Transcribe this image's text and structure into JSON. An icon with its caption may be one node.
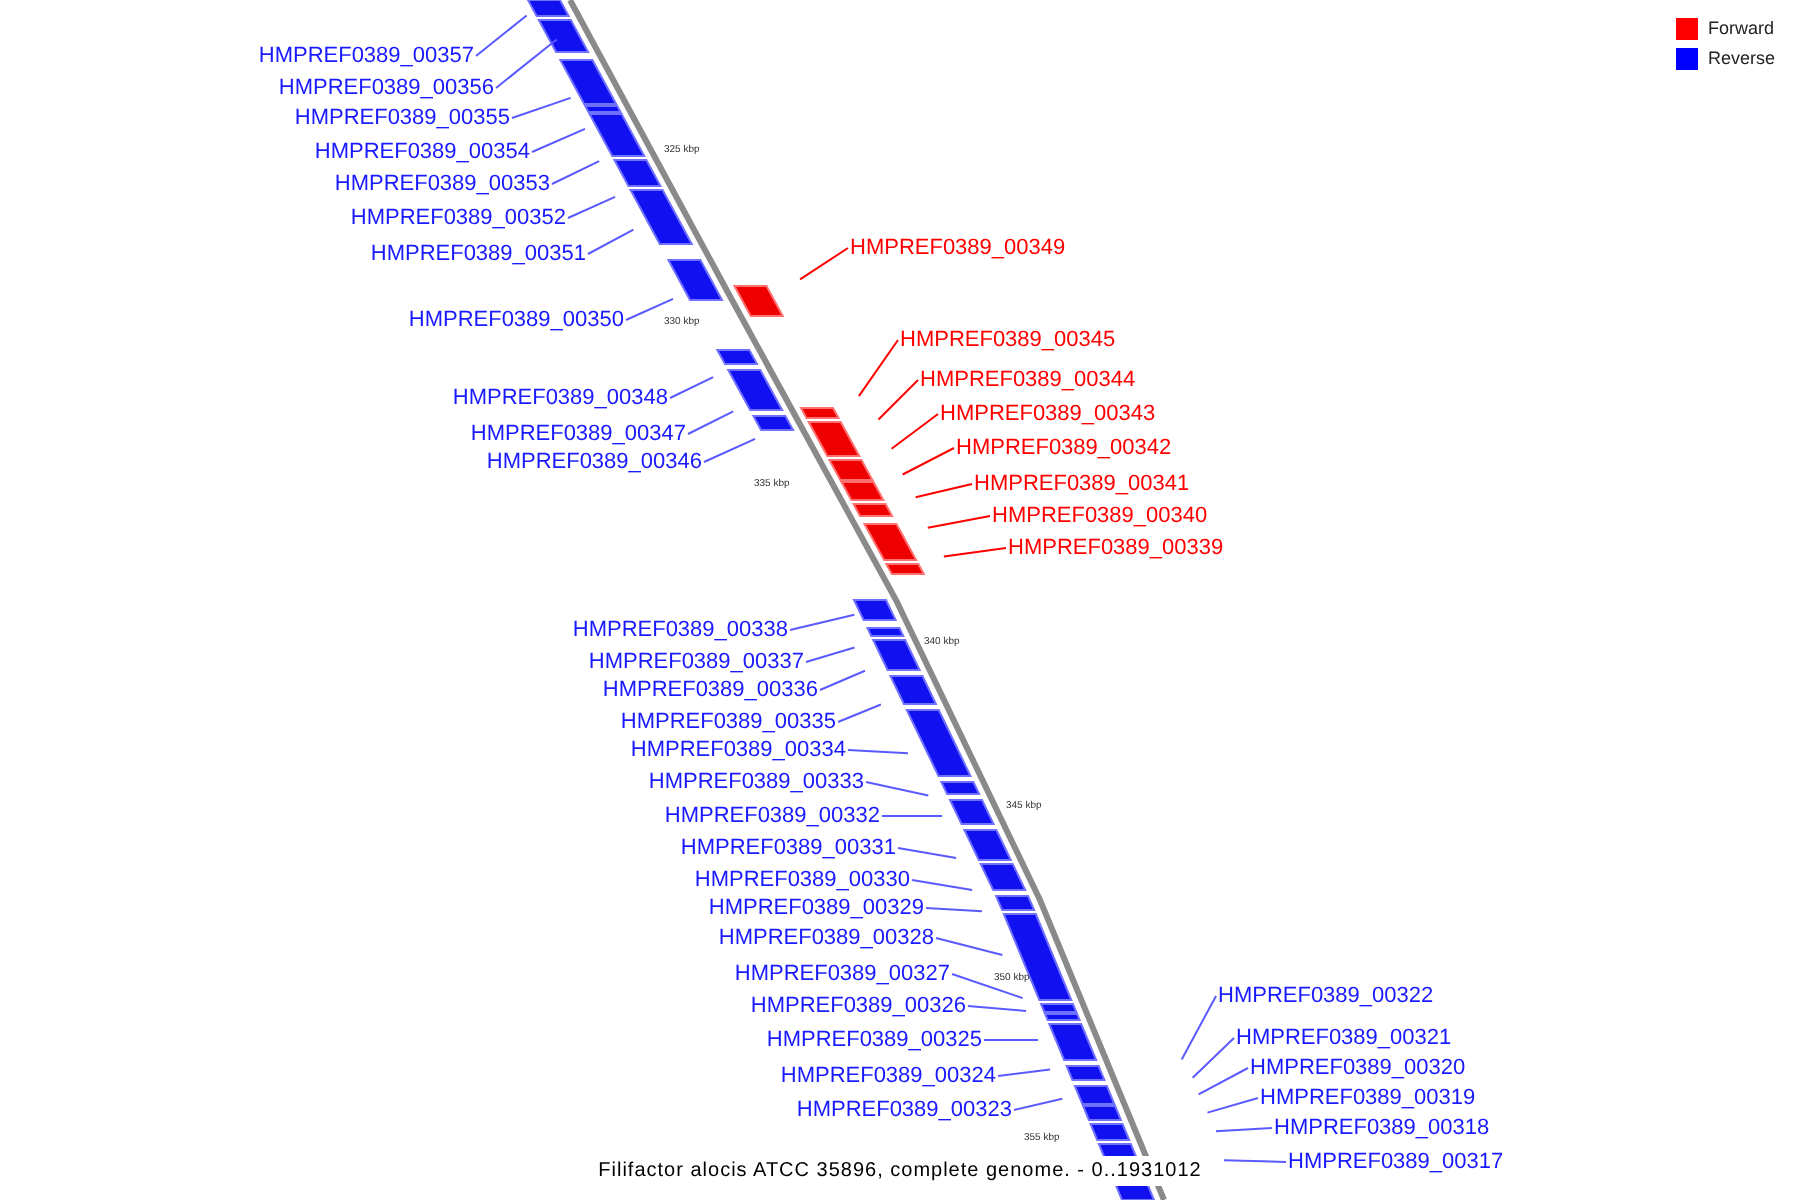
{
  "diagram": {
    "caption": "Filifactor alocis ATCC 35896, complete genome. - 0..1931012",
    "nodes": [
      {
        "text": [
          "HMPREF0389_00357"
        ]
      },
      {
        "text": [
          "HMPREF0389_00356"
        ]
      },
      {
        "text": [
          "HMPREF0389_00355"
        ]
      },
      {
        "text": [
          "HMPREF0389_00354"
        ]
      },
      {
        "text": [
          "HMPREF0389_00353"
        ]
      },
      {
        "text": [
          "HMPREF0389_00352"
        ]
      },
      {
        "text": [
          "HMPREF0389_00349"
        ]
      },
      {
        "text": [
          "HMPREF0389_00351"
        ]
      },
      {
        "text": [
          "HMPREF0389_00350"
        ]
      },
      {
        "text": [
          "HMPREF0389_00345"
        ]
      },
      {
        "text": [
          "HMPREF0389_00344"
        ]
      },
      {
        "text": [
          "HMPREF0389_00348"
        ]
      },
      {
        "text": [
          "HMPREF0389_00343"
        ]
      },
      {
        "text": [
          "HMPREF0389_00347"
        ]
      },
      {
        "text": [
          "HMPREF0389_00342"
        ]
      },
      {
        "text": [
          "HMPREF0389_00346"
        ]
      },
      {
        "text": [
          "HMPREF0389_00341"
        ]
      },
      {
        "text": [
          "HMPREF0389_00340"
        ]
      },
      {
        "text": [
          "HMPREF0389_00339"
        ]
      },
      {
        "text": [
          "HMPREF0389_00338"
        ]
      },
      {
        "text": [
          "HMPREF0389_00337"
        ]
      },
      {
        "text": [
          "HMPREF0389_00336"
        ]
      },
      {
        "text": [
          "HMPREF0389_00335"
        ]
      },
      {
        "text": [
          "HMPREF0389_00334"
        ]
      },
      {
        "text": [
          "HMPREF0389_00333"
        ]
      },
      {
        "text": [
          "HMPREF0389_00332"
        ]
      },
      {
        "text": [
          "HMPREF0389_00331"
        ]
      },
      {
        "text": [
          "HMPREF0389_00330"
        ]
      },
      {
        "text": [
          "HMPREF0389_00329"
        ]
      },
      {
        "text": [
          "HMPREF0389_00328"
        ]
      },
      {
        "text": [
          "HMPREF0389_00327"
        ]
      },
      {
        "text": [
          "HMPREF0389_00322"
        ]
      },
      {
        "text": [
          "HMPREF0389_00326"
        ]
      },
      {
        "text": [
          "HMPREF0389_00321"
        ]
      },
      {
        "text": [
          "HMPREF0389_00325"
        ]
      },
      {
        "text": [
          "HMPREF0389_00320"
        ]
      },
      {
        "text": [
          "HMPREF0389_00324"
        ]
      },
      {
        "text": [
          "HMPREF0389_00319"
        ]
      },
      {
        "text": [
          "HMPREF0389_00323"
        ]
      },
      {
        "text": [
          "HMPREF0389_00318"
        ]
      },
      {
        "text": [
          "HMPREF0389_00317"
        ]
      }
    ],
    "edges": [
      {
        "from": 0,
        "to": null,
        "arrow": "none"
      },
      {
        "from": 1,
        "to": null,
        "arrow": "none"
      },
      {
        "from": 2,
        "to": null,
        "arrow": "none"
      },
      {
        "from": 3,
        "to": null,
        "arrow": "none"
      },
      {
        "from": 4,
        "to": null,
        "arrow": "none"
      },
      {
        "from": 5,
        "to": null,
        "arrow": "none"
      },
      {
        "from": 6,
        "to": null,
        "arrow": "none",
        "color": "#ff0000"
      },
      {
        "from": 7,
        "to": null,
        "arrow": "none"
      },
      {
        "from": 8,
        "to": null,
        "arrow": "none"
      },
      {
        "from": 9,
        "to": null,
        "arrow": "none",
        "color": "#ff0000"
      },
      {
        "from": 10,
        "to": null,
        "arrow": "none",
        "color": "#ff0000"
      },
      {
        "from": 11,
        "to": null,
        "arrow": "none"
      },
      {
        "from": 12,
        "to": null,
        "arrow": "none",
        "color": "#ff0000"
      },
      {
        "from": 13,
        "to": null,
        "arrow": "none"
      },
      {
        "from": 14,
        "to": null,
        "arrow": "none",
        "color": "#ff0000"
      },
      {
        "from": 15,
        "to": null,
        "arrow": "none"
      },
      {
        "from": 16,
        "to": null,
        "arrow": "none",
        "color": "#ff0000"
      },
      {
        "from": 17,
        "to": null,
        "arrow": "none",
        "color": "#ff0000"
      },
      {
        "from": 18,
        "to": null,
        "arrow": "none",
        "color": "#ff0000"
      },
      {
        "from": 19,
        "to": null,
        "arrow": "none"
      },
      {
        "from": 20,
        "to": null,
        "arrow": "none"
      },
      {
        "from": 21,
        "to": null,
        "arrow": "none"
      },
      {
        "from": 22,
        "to": null,
        "arrow": "none"
      },
      {
        "from": 23,
        "to": null,
        "arrow": "none"
      },
      {
        "from": 24,
        "to": null,
        "arrow": "none"
      },
      {
        "from": 25,
        "to": null,
        "arrow": "none"
      },
      {
        "from": 26,
        "to": null,
        "arrow": "none"
      },
      {
        "from": 27,
        "to": null,
        "arrow": "none"
      },
      {
        "from": 28,
        "to": null,
        "arrow": "none"
      },
      {
        "from": 29,
        "to": null,
        "arrow": "none"
      },
      {
        "from": 30,
        "to": null,
        "arrow": "none"
      },
      {
        "from": 31,
        "to": null,
        "arrow": "none"
      },
      {
        "from": 32,
        "to": null,
        "arrow": "none"
      },
      {
        "from": 33,
        "to": null,
        "arrow": "none"
      },
      {
        "from": 34,
        "to": null,
        "arrow": "none"
      },
      {
        "from": 35,
        "to": null,
        "arrow": "none"
      },
      {
        "from": 36,
        "to": null,
        "arrow": "none"
      },
      {
        "from": 37,
        "to": null,
        "arrow": "none"
      },
      {
        "from": 38,
        "to": null,
        "arrow": "none"
      },
      {
        "from": 39,
        "to": null,
        "arrow": "none"
      },
      {
        "from": 40,
        "to": null,
        "arrow": "none"
      }
    ],
    "labels": [
      "325 kbp",
      "330 kbp",
      "335 kbp",
      "340 kbp",
      "345 kbp",
      "350 kbp",
      "355 kbp"
    ],
    "legend": [
      {
        "text": "Forward",
        "color": "#ff0000"
      },
      {
        "text": "Reverse",
        "color": "#0000ff"
      }
    ]
  }
}
